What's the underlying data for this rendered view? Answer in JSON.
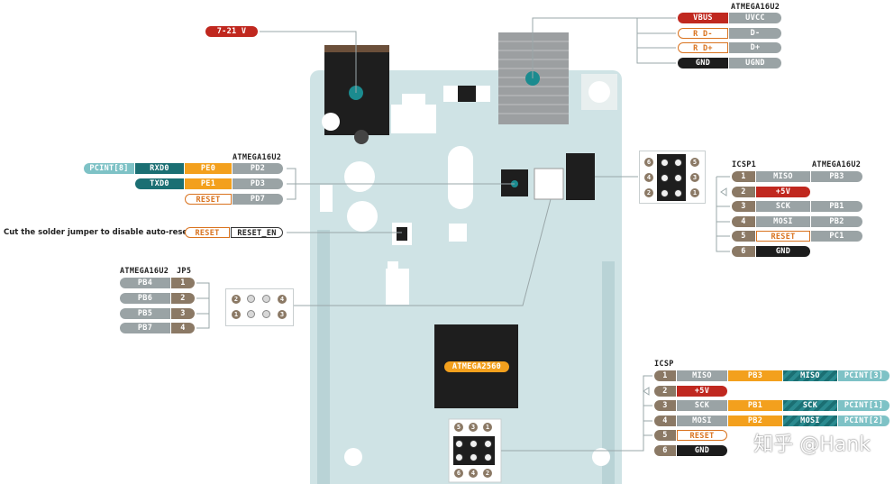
{
  "power": {
    "label": "7-21 V"
  },
  "usb": {
    "header": "ATMEGA16U2",
    "rows": [
      {
        "name": "VBUS",
        "pin": "UVCC"
      },
      {
        "name": "R D-",
        "pin": "D-"
      },
      {
        "name": "R D+",
        "pin": "D+"
      },
      {
        "name": "GND",
        "pin": "UGND"
      }
    ]
  },
  "serial": {
    "header": "ATMEGA16U2",
    "rows": [
      {
        "alt": "PCINT[8]",
        "func": "RXD0",
        "port": "PE0",
        "pin": "PD2"
      },
      {
        "alt": "",
        "func": "TXD0",
        "port": "PE1",
        "pin": "PD3"
      },
      {
        "alt": "",
        "func": "",
        "port": "RESET",
        "pin": "PD7"
      }
    ]
  },
  "jumper": {
    "note": "Cut the solder jumper to disable auto-reset",
    "label": "RESET",
    "pin": "RESET_EN"
  },
  "jp5": {
    "header1": "ATMEGA16U2",
    "header2": "JP5",
    "rows": [
      {
        "port": "PB4",
        "num": "1"
      },
      {
        "port": "PB6",
        "num": "2"
      },
      {
        "port": "PB5",
        "num": "3"
      },
      {
        "port": "PB7",
        "num": "4"
      }
    ],
    "grid_top": [
      "2",
      "4"
    ],
    "grid_bottom": [
      "1",
      "3"
    ]
  },
  "icsp1": {
    "header1": "ICSP1",
    "header2": "ATMEGA16U2",
    "rows": [
      {
        "num": "1",
        "func": "MISO",
        "pin": "PB3"
      },
      {
        "num": "2",
        "func": "+5V",
        "pin": ""
      },
      {
        "num": "3",
        "func": "SCK",
        "pin": "PB1"
      },
      {
        "num": "4",
        "func": "MOSI",
        "pin": "PB2"
      },
      {
        "num": "5",
        "func": "RESET",
        "pin": "PC1"
      },
      {
        "num": "6",
        "func": "GND",
        "pin": ""
      }
    ],
    "grid_left": [
      "6",
      "4",
      "2"
    ],
    "grid_right": [
      "5",
      "3",
      "1"
    ]
  },
  "icsp": {
    "header": "ICSP",
    "rows": [
      {
        "num": "1",
        "func": "MISO",
        "port": "PB3",
        "alt": "MISO",
        "pc": "PCINT[3]"
      },
      {
        "num": "2",
        "func": "+5V",
        "port": "",
        "alt": "",
        "pc": ""
      },
      {
        "num": "3",
        "func": "SCK",
        "port": "PB1",
        "alt": "SCK",
        "pc": "PCINT[1]"
      },
      {
        "num": "4",
        "func": "MOSI",
        "port": "PB2",
        "alt": "MOSI",
        "pc": "PCINT[2]"
      },
      {
        "num": "5",
        "func": "RESET",
        "port": "",
        "alt": "",
        "pc": ""
      },
      {
        "num": "6",
        "func": "GND",
        "port": "",
        "alt": "",
        "pc": ""
      }
    ],
    "grid_top": [
      "5",
      "3",
      "1"
    ],
    "grid_bottom": [
      "6",
      "4",
      "2"
    ]
  },
  "mcu": {
    "label": "ATMEGA2560"
  },
  "watermark": "知乎 @Hank",
  "colors": {
    "board": "#cfe3e5",
    "teal": "#1b6f73",
    "red": "#c0281f",
    "orange": "#f3a01d",
    "brown": "#8b7965",
    "grey": "#9aa3a5"
  }
}
